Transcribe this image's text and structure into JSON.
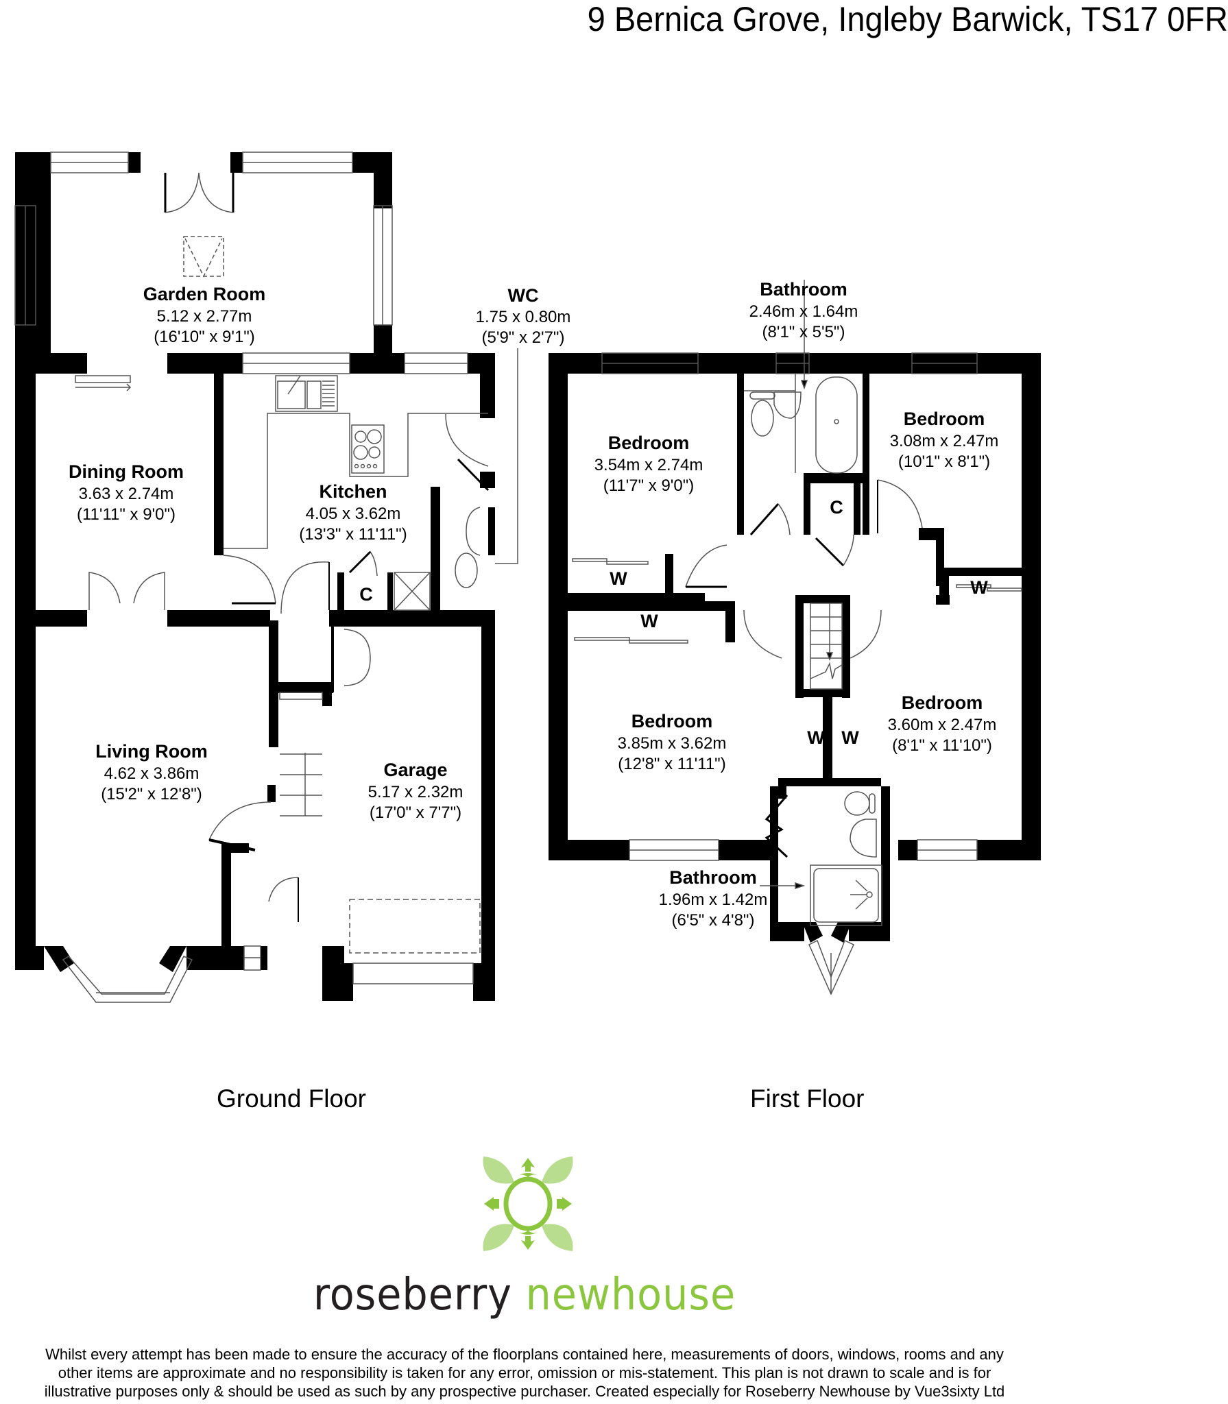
{
  "header": {
    "address": "9 Bernica Grove, Ingleby Barwick, TS17 0FR"
  },
  "floors": [
    {
      "label": "Ground Floor",
      "rooms": [
        {
          "name": "Garden Room",
          "metric": "5.12 x 2.77m",
          "imperial": "(16'10\" x 9'1\")"
        },
        {
          "name": "Dining Room",
          "metric": "3.63 x 2.74m",
          "imperial": "(11'11\" x 9'0\")"
        },
        {
          "name": "Kitchen",
          "metric": "4.05 x 3.62m",
          "imperial": "(13'3\" x 11'11\")"
        },
        {
          "name": "WC",
          "metric": "1.75 x 0.80m",
          "imperial": "(5'9\" x 2'7\")"
        },
        {
          "name": "Living Room",
          "metric": "4.62 x 3.86m",
          "imperial": "(15'2\" x 12'8\")"
        },
        {
          "name": "Garage",
          "metric": "5.17 x 2.32m",
          "imperial": "(17'0\" x 7'7\")"
        }
      ],
      "cupboards": [
        "C"
      ]
    },
    {
      "label": "First Floor",
      "rooms": [
        {
          "name": "Bathroom",
          "metric": "2.46m x 1.64m",
          "imperial": "(8'1\" x 5'5\")"
        },
        {
          "name": "Bedroom",
          "metric": "3.54m x 2.74m",
          "imperial": "(11'7\" x 9'0\")"
        },
        {
          "name": "Bedroom",
          "metric": "3.08m x 2.47m",
          "imperial": "(10'1\" x 8'1\")"
        },
        {
          "name": "Bedroom",
          "metric": "3.85m x 3.62m",
          "imperial": "(12'8\" x 11'11\")"
        },
        {
          "name": "Bedroom",
          "metric": "3.60m x 2.47m",
          "imperial": "(8'1\" x 11'10\")"
        },
        {
          "name": "Bathroom",
          "metric": "1.96m x 1.42m",
          "imperial": "(6'5\" x 4'8\")"
        }
      ],
      "cupboards": [
        "C"
      ],
      "wardrobes": [
        "W",
        "W",
        "W",
        "W",
        "W"
      ]
    }
  ],
  "brand": {
    "part1": "roseberry",
    "part2": "newhouse",
    "colors": {
      "dark": "#231f20",
      "green": "#8cc63f",
      "light_green": "#b9dd8f"
    }
  },
  "disclaimer": {
    "lines": [
      "Whilst every attempt has been made to ensure the accuracy of the floorplans contained here, measurements of doors, windows, rooms and any",
      "other items are approximate and no responsibility is taken for any error, omission or mis-statement. This plan is not drawn to scale and is for",
      "illustrative purposes only & should be used as such by any prospective purchaser. Created especially for Roseberry Newhouse by Vue3sixty Ltd"
    ]
  }
}
